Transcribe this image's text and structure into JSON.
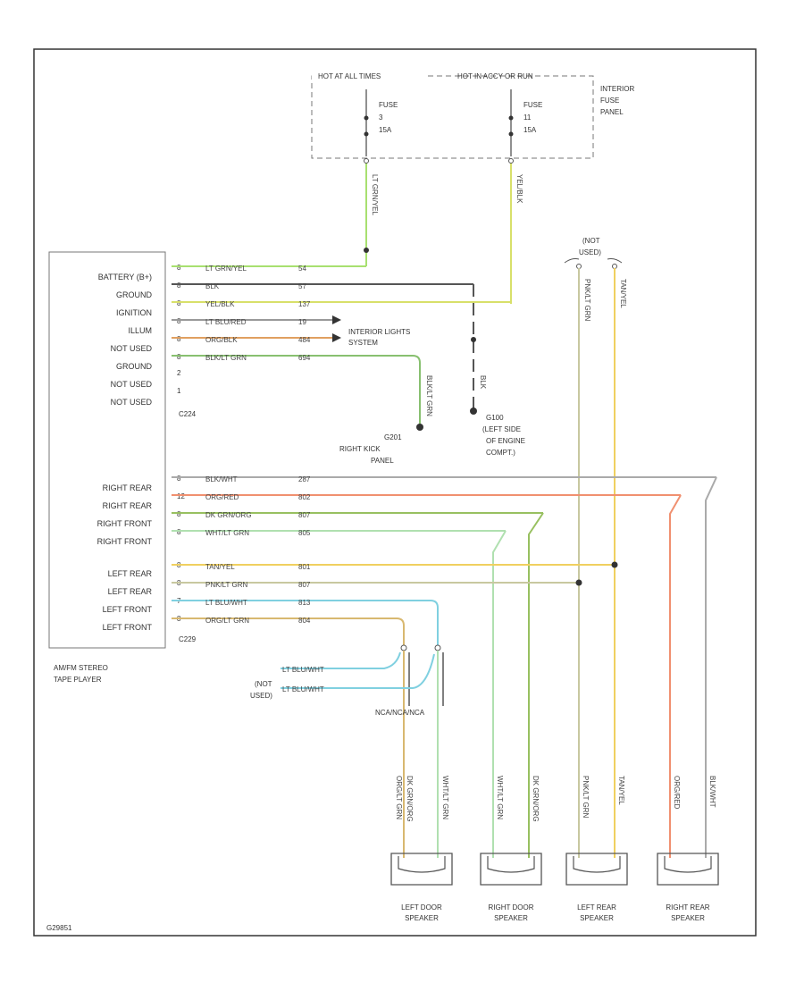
{
  "fuse_panel": {
    "hot_left": "HOT AT ALL TIMES",
    "hot_right": "HOT IN ACCY OR RUN",
    "fuse_left": {
      "name": "FUSE",
      "num": "3",
      "amps": "15A"
    },
    "fuse_right": {
      "name": "FUSE",
      "num": "11",
      "amps": "15A"
    },
    "panel_label": [
      "INTERIOR",
      "FUSE",
      "PANEL"
    ],
    "wire_left": "LT GRN/YEL",
    "wire_right": "YEL/BLK"
  },
  "connector_top": {
    "pins": [
      {
        "func": "BATTERY (B+)",
        "pin": "8",
        "color": "LT GRN/YEL",
        "circuit": "54"
      },
      {
        "func": "GROUND",
        "pin": "8",
        "color": "BLK",
        "circuit": "57"
      },
      {
        "func": "IGNITION",
        "pin": "8",
        "color": "YEL/BLK",
        "circuit": "137"
      },
      {
        "func": "ILLUM",
        "pin": "8",
        "color": "LT BLU/RED",
        "circuit": "19"
      },
      {
        "func": "NOT USED",
        "pin": "8",
        "color": "ORG/BLK",
        "circuit": "484"
      },
      {
        "func": "GROUND",
        "pin": "8",
        "color": "BLK/LT GRN",
        "circuit": "694"
      },
      {
        "func": "NOT USED",
        "pin": "2",
        "color": "",
        "circuit": ""
      },
      {
        "func": "NOT USED",
        "pin": "1",
        "color": "",
        "circuit": ""
      }
    ],
    "id": "C224"
  },
  "connector_bottom": {
    "pins": [
      {
        "func": "RIGHT REAR",
        "pin": "8",
        "color": "BLK/WHT",
        "circuit": "287"
      },
      {
        "func": "RIGHT REAR",
        "pin": "12",
        "color": "ORG/RED",
        "circuit": "802"
      },
      {
        "func": "RIGHT FRONT",
        "pin": "8",
        "color": "DK GRN/ORG",
        "circuit": "807"
      },
      {
        "func": "RIGHT FRONT",
        "pin": "8",
        "color": "WHT/LT GRN",
        "circuit": "805"
      },
      {
        "func": "LEFT REAR",
        "pin": "8",
        "color": "TAN/YEL",
        "circuit": "801"
      },
      {
        "func": "LEFT REAR",
        "pin": "8",
        "color": "PNK/LT GRN",
        "circuit": "807"
      },
      {
        "func": "LEFT FRONT",
        "pin": "7",
        "color": "LT BLU/WHT",
        "circuit": "813"
      },
      {
        "func": "LEFT FRONT",
        "pin": "8",
        "color": "ORG/LT GRN",
        "circuit": "804"
      }
    ],
    "id": "C229"
  },
  "radio_label": [
    "AM/FM STEREO",
    "TAPE PLAYER"
  ],
  "interior_lights": [
    "INTERIOR LIGHTS",
    "SYSTEM"
  ],
  "ground_right_kick": {
    "id": "G201",
    "lines": [
      "RIGHT KICK",
      "PANEL"
    ],
    "wire": "BLK/LT GRN"
  },
  "ground_engine": {
    "id": "G100",
    "lines": [
      "(LEFT SIDE",
      "OF ENGINE",
      "COMPT.)"
    ],
    "wire": "BLK"
  },
  "not_used_top": [
    "(NOT",
    "USED)"
  ],
  "not_used_left": [
    "(NOT",
    "USED)"
  ],
  "not_used_wires": [
    "LT BLU/WHT",
    "LT BLU/WHT"
  ],
  "not_used_right_wires": [
    "PNK/LT GRN",
    "TAN/YEL"
  ],
  "splice_label": "NCA/NCA/NCA",
  "speakers": [
    {
      "name": [
        "LEFT DOOR",
        "SPEAKER"
      ],
      "wires": [
        "ORG/LT GRN",
        "DK GRN/ORG"
      ],
      "wire2": "WHT/LT GRN"
    },
    {
      "name": [
        "RIGHT DOOR",
        "SPEAKER"
      ],
      "wires": [
        "WHT/LT GRN",
        "DK GRN/ORG"
      ]
    },
    {
      "name": [
        "LEFT REAR",
        "SPEAKER"
      ],
      "wires": [
        "PNK/LT GRN",
        "TAN/YEL"
      ]
    },
    {
      "name": [
        "RIGHT REAR",
        "SPEAKER"
      ],
      "wires": [
        "ORG/RED",
        "BLK/WHT"
      ]
    }
  ],
  "footer_code": "G29851",
  "colors": {
    "lt_grn_yel": "#a8e070",
    "blk": "#555555",
    "yel_blk": "#d8e06a",
    "lt_blu_red": "#999999",
    "org_blk": "#e0a060",
    "blk_lt_grn": "#88c070",
    "blk_wht": "#aaaaaa",
    "org_red": "#f09070",
    "dk_grn_org": "#98c060",
    "wht_lt_grn": "#b0e0b0",
    "tan_yel": "#f0d060",
    "pnk_lt_grn": "#c8c8a0",
    "lt_blu_wht": "#80d0e0",
    "org_lt_grn": "#d8b870"
  }
}
